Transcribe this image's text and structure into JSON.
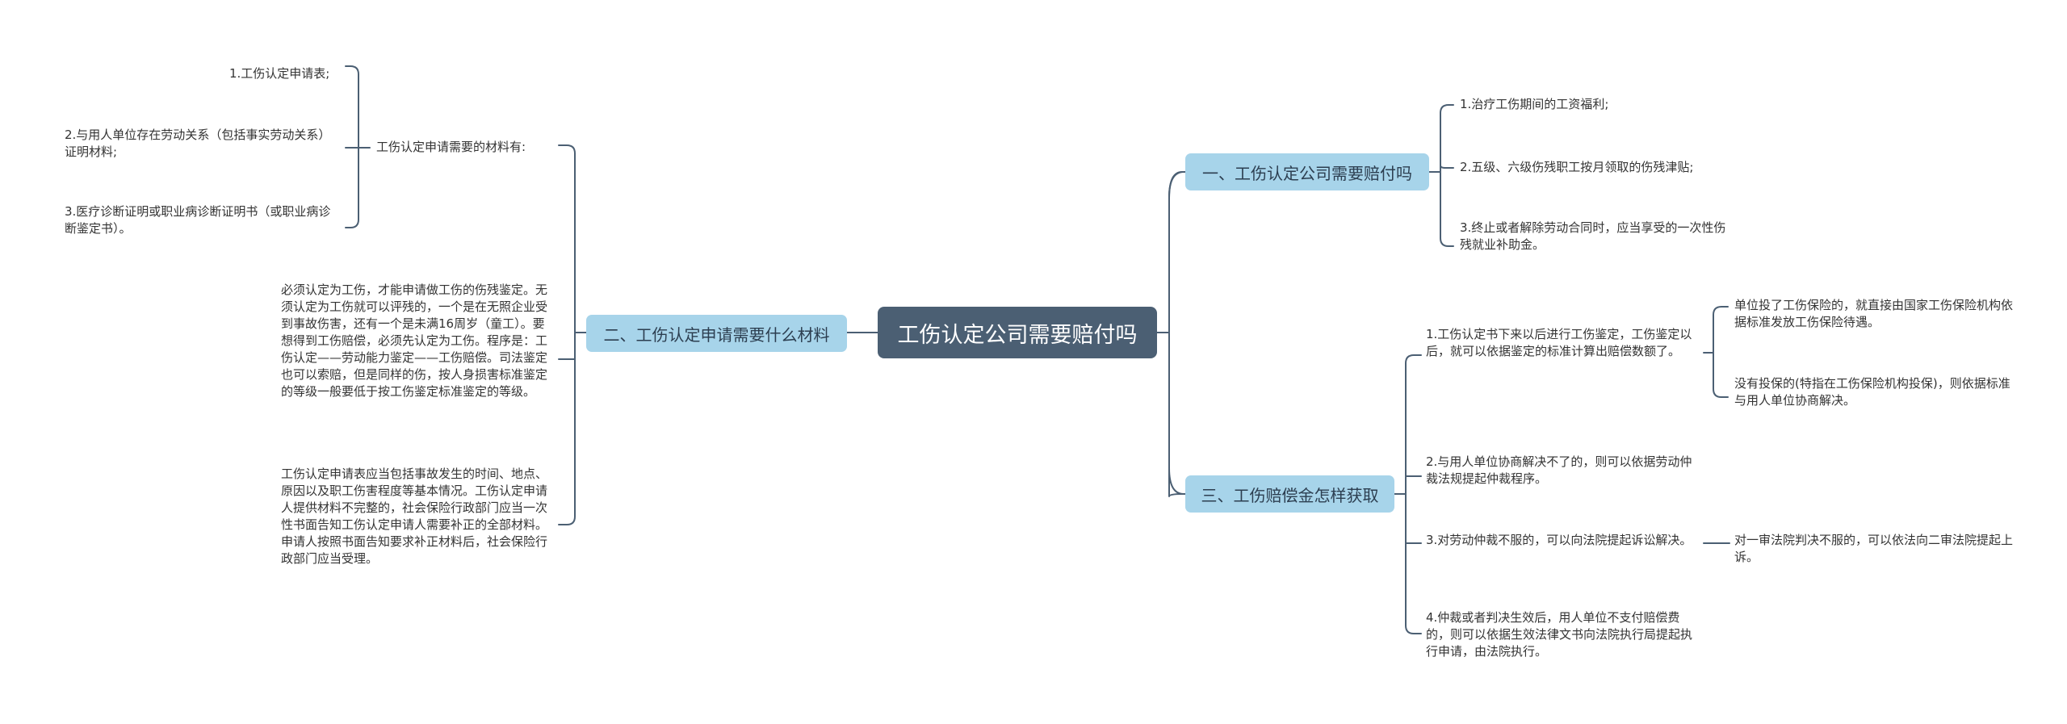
{
  "root": {
    "label": "工伤认定公司需要赔付吗"
  },
  "branch1": {
    "label": "一、工伤认定公司需要赔付吗",
    "items": [
      "1.治疗工伤期间的工资福利;",
      "2.五级、六级伤残职工按月领取的伤残津贴;",
      "3.终止或者解除劳动合同时，应当享受的一次性伤残就业补助金。"
    ]
  },
  "branch2": {
    "label": "二、工伤认定申请需要什么材料",
    "sub_label": "工伤认定申请需要的材料有:",
    "materials": [
      "1.工伤认定申请表;",
      "2.与用人单位存在劳动关系（包括事实劳动关系）证明材料;",
      "3.医疗诊断证明或职业病诊断证明书（或职业病诊断鉴定书）。"
    ],
    "para1": "必须认定为工伤，才能申请做工伤的伤残鉴定。无须认定为工伤就可以评残的，一个是在无照企业受到事故伤害，还有一个是未满16周岁（童工）。要想得到工伤赔偿，必须先认定为工伤。程序是：工伤认定——劳动能力鉴定——工伤赔偿。司法鉴定也可以索赔，但是同样的伤，按人身损害标准鉴定的等级一般要低于按工伤鉴定标准鉴定的等级。",
    "para2": "工伤认定申请表应当包括事故发生的时间、地点、原因以及职工伤害程度等基本情况。工伤认定申请人提供材料不完整的，社会保险行政部门应当一次性书面告知工伤认定申请人需要补正的全部材料。申请人按照书面告知要求补正材料后，社会保险行政部门应当受理。"
  },
  "branch3": {
    "label": "三、工伤赔偿金怎样获取",
    "items": [
      "1.工伤认定书下来以后进行工伤鉴定，工伤鉴定以后，就可以依据鉴定的标准计算出赔偿数额了。",
      "2.与用人单位协商解决不了的，则可以依据劳动仲裁法规提起仲裁程序。",
      "3.对劳动仲裁不服的，可以向法院提起诉讼解决。",
      "4.仲裁或者判决生效后，用人单位不支付赔偿费的，则可以依据生效法律文书向法院执行局提起执行申请，由法院执行。"
    ],
    "item1_children": [
      "单位投了工伤保险的，就直接由国家工伤保险机构依据标准发放工伤保险待遇。",
      "没有投保的(特指在工伤保险机构投保)，则依据标准与用人单位协商解决。"
    ],
    "item3_child": "对一审法院判决不服的，可以依法向二审法院提起上诉。"
  },
  "colors": {
    "root_bg": "#4b5f73",
    "branch_bg": "#a7d4ea",
    "line": "#4b5f73"
  }
}
